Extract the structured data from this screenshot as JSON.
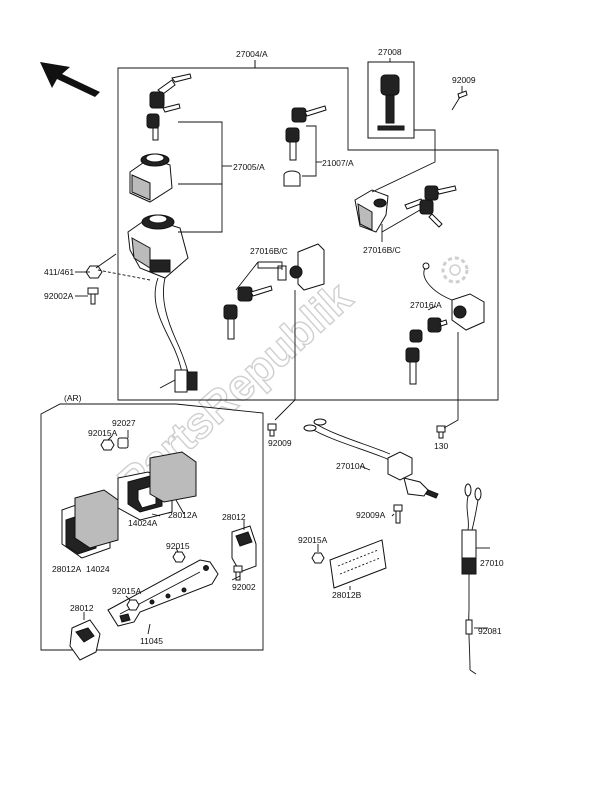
{
  "watermark": "PartsRepublik",
  "group_label": "(AR)",
  "labels": {
    "p27004A": "27004/A",
    "p27008": "27008",
    "p92009_top": "92009",
    "p27005A": "27005/A",
    "p21007A": "21007/A",
    "p27016BC_left": "27016B/C",
    "p27016BC_right": "27016B/C",
    "p411461": "411/461",
    "p92002A": "92002A",
    "p27016A": "27016/A",
    "p92027": "92027",
    "p92015A_a": "92015A",
    "p92009_mid": "92009",
    "p130": "130",
    "p27010A": "27010A",
    "p28012A_a": "28012A",
    "p14024A": "14024A",
    "p92009A": "92009A",
    "p28012": "28012",
    "p92015": "92015",
    "p92015A_b": "92015A",
    "p28012A_b": "28012A",
    "p14024": "14024",
    "p92015A_c": "92015A",
    "p27010": "27010",
    "p92002": "92002",
    "p28012B": "28012B",
    "p28012_bottom": "28012",
    "p11045": "11045",
    "p92081": "92081"
  }
}
